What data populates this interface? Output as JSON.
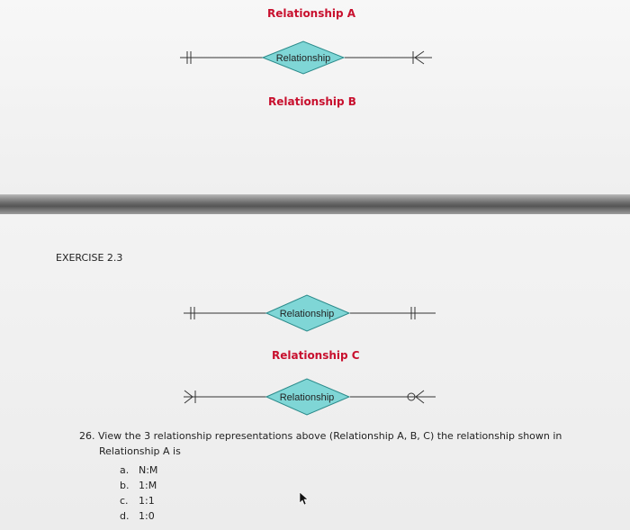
{
  "sections": {
    "relationship_a_title": "Relationship A",
    "relationship_b_title": "Relationship B",
    "relationship_c_title": "Relationship C",
    "exercise_label": "EXERCISE 2.3"
  },
  "diagrams": {
    "a": {
      "label": "Relationship",
      "left_notation": "one-and-only-one",
      "right_notation": "one-or-many"
    },
    "b": {
      "label": "Relationship",
      "left_notation": "one-and-only-one",
      "right_notation": "one-and-only-one"
    },
    "c": {
      "label": "Relationship",
      "left_notation": "one-or-many",
      "right_notation": "zero-or-many"
    }
  },
  "question": {
    "number": "26.",
    "text_line1": "View the 3 relationship representations above (Relationship A, B, C) the relationship shown in",
    "text_line2": "Relationship A is",
    "options": [
      {
        "letter": "a.",
        "text": "N:M"
      },
      {
        "letter": "b.",
        "text": "1:M"
      },
      {
        "letter": "c.",
        "text": "1:1"
      },
      {
        "letter": "d.",
        "text": "1:0"
      }
    ]
  },
  "colors": {
    "title_red": "#c8102e",
    "diamond_fill": "#7fd6d6",
    "diamond_stroke": "#2a8a8a",
    "line": "#333333",
    "divider": "#666666"
  },
  "icons": [
    "mouse-cursor-icon"
  ]
}
